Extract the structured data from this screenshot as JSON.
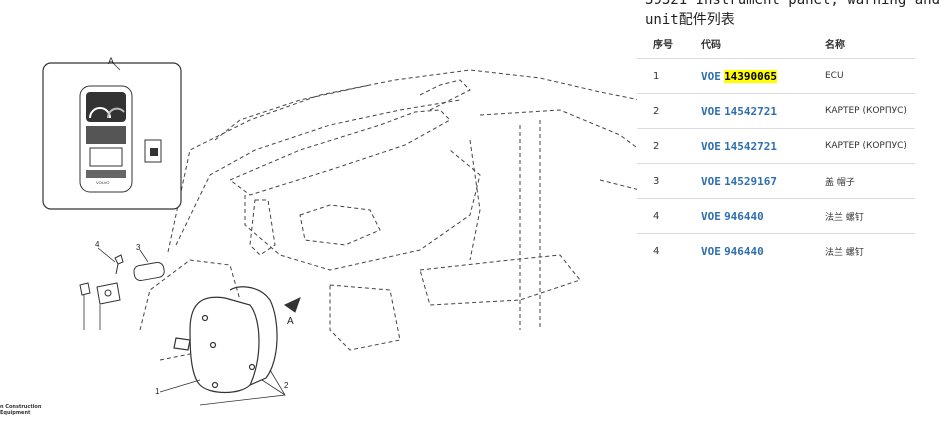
{
  "title": {
    "line1": "39321 Instrument panel; warning and",
    "line2": "unit配件列表"
  },
  "table": {
    "headers": [
      "序号",
      "代码",
      "名称"
    ],
    "rows": [
      {
        "no": "1",
        "prefix": "VOE",
        "code": "14390065",
        "name": "ECU",
        "highlight": true
      },
      {
        "no": "2",
        "prefix": "VOE",
        "code": "14542721",
        "name": "КАРТЕР (КОРПУС)",
        "highlight": false
      },
      {
        "no": "2",
        "prefix": "VOE",
        "code": "14542721",
        "name": "КАРТЕР (КОРПУС)",
        "highlight": false
      },
      {
        "no": "3",
        "prefix": "VOE",
        "code": "14529167",
        "name": "盖 帽子",
        "highlight": false
      },
      {
        "no": "4",
        "prefix": "VOE",
        "code": "946440",
        "name": "法兰 螺钉",
        "highlight": false
      },
      {
        "no": "4",
        "prefix": "VOE",
        "code": "946440",
        "name": "法兰 螺钉",
        "highlight": false
      }
    ]
  },
  "diagram": {
    "callouts": {
      "a_top": "A",
      "a_arrow": "A",
      "n1": "1",
      "n2": "2",
      "n3": "3",
      "n4": "4"
    },
    "brand_line1": "n Construction",
    "brand_line2": "Equipment",
    "panel_logo": "VOLVO"
  },
  "colors": {
    "link": "#2f6fb0",
    "highlight": "#ffff00"
  }
}
